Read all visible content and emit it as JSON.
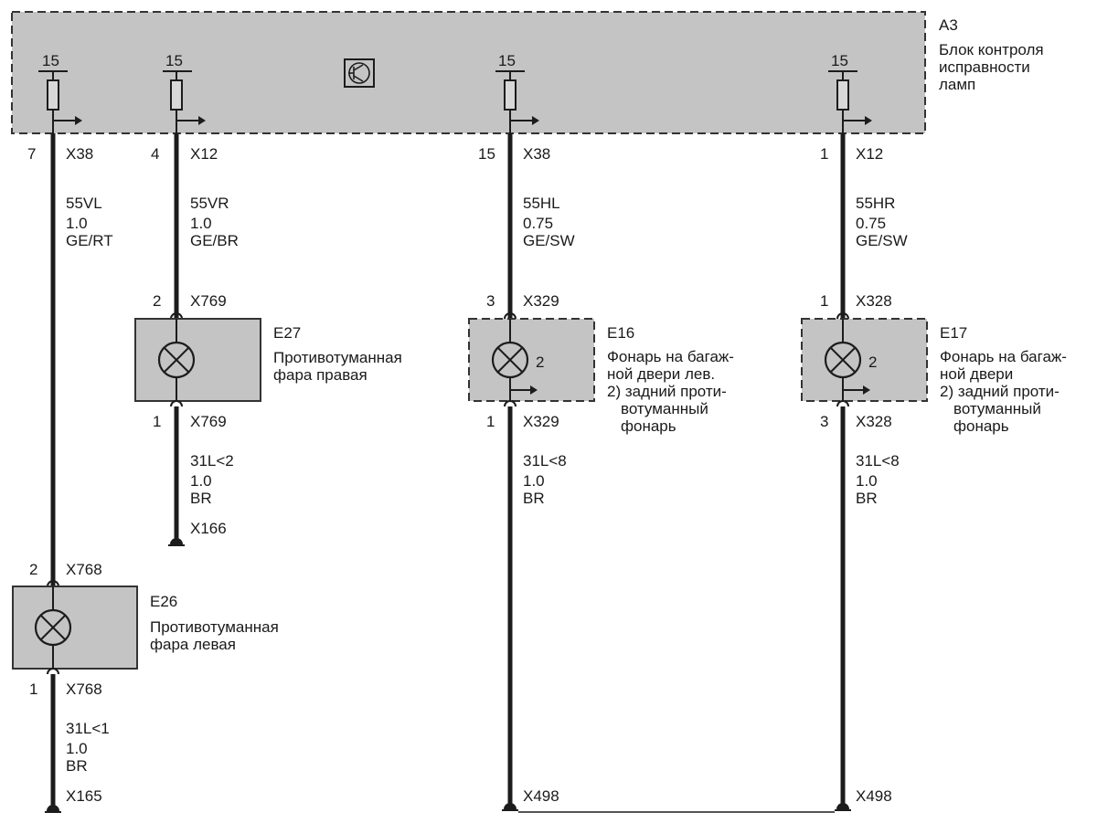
{
  "module": {
    "id": "A3",
    "name_lines": [
      "Блок контроля",
      "исправности",
      "ламп"
    ],
    "terminal": "15"
  },
  "circuits": [
    {
      "id": "vl",
      "pin_top": "7",
      "conn_top": "X38",
      "wire": "55VL",
      "gauge": "1.0",
      "color": "GE/RT",
      "comp": "E26",
      "comp_lines": [
        "Противотуманная",
        "фара левая"
      ],
      "pin_in": "2",
      "conn_in": "X768",
      "pin_out": "1",
      "conn_out": "X768",
      "wire_out": "31L<1",
      "gauge_out": "1.0",
      "color_out": "BR",
      "ground": "X165"
    },
    {
      "id": "vr",
      "pin_top": "4",
      "conn_top": "X12",
      "wire": "55VR",
      "gauge": "1.0",
      "color": "GE/BR",
      "comp": "E27",
      "comp_lines": [
        "Противотуманная",
        "фара правая"
      ],
      "pin_in": "2",
      "conn_in": "X769",
      "pin_out": "1",
      "conn_out": "X769",
      "wire_out": "31L<2",
      "gauge_out": "1.0",
      "color_out": "BR",
      "ground": "X166"
    },
    {
      "id": "hl",
      "pin_top": "15",
      "conn_top": "X38",
      "wire": "55HL",
      "gauge": "0.75",
      "color": "GE/SW",
      "comp": "E16",
      "comp_lines": [
        "Фонарь на багаж-",
        "ной двери лев.",
        "2) задний проти-",
        "вотуманный",
        "фонарь"
      ],
      "lamp_mark": "2",
      "pin_in": "3",
      "conn_in": "X329",
      "pin_out": "1",
      "conn_out": "X329",
      "wire_out": "31L<8",
      "gauge_out": "1.0",
      "color_out": "BR",
      "ground": "X498"
    },
    {
      "id": "hr",
      "pin_top": "1",
      "conn_top": "X12",
      "wire": "55HR",
      "gauge": "0.75",
      "color": "GE/SW",
      "comp": "E17",
      "comp_lines": [
        "Фонарь на багаж-",
        "ной двери",
        "2) задний проти-",
        "вотуманный",
        "фонарь"
      ],
      "lamp_mark": "2",
      "pin_in": "1",
      "conn_in": "X328",
      "pin_out": "3",
      "conn_out": "X328",
      "wire_out": "31L<8",
      "gauge_out": "1.0",
      "color_out": "BR",
      "ground": "X498"
    }
  ]
}
